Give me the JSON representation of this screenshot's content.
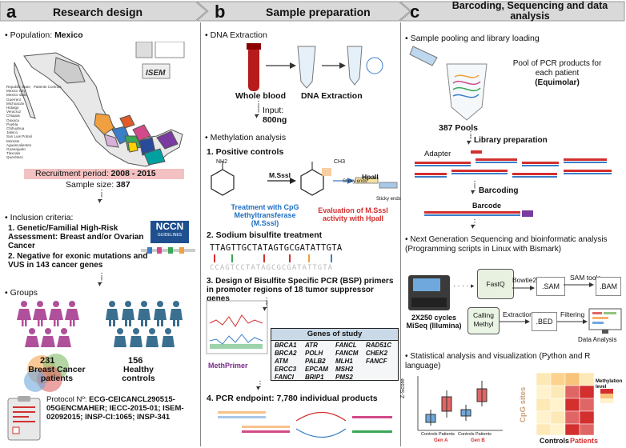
{
  "panel_a": {
    "letter": "a",
    "title": "Research design",
    "population_label": "Population: ",
    "population_value": "Mexico",
    "map_table_header": [
      "Republic State",
      "Patients",
      "Controls"
    ],
    "map_states": [
      "Mexico City",
      "Mexico state",
      "Guerrero",
      "Michoacán",
      "Hidalgo",
      "Veracruz",
      "Chiapas",
      "Oaxaca",
      "Puebla",
      "Chihuahua",
      "Jalisco",
      "San Luis Potosí",
      "Morelos",
      "Aguascalientes",
      "Guanajuato",
      "Tlaxcala",
      "Querétaro"
    ],
    "recruitment_label": "Recruitment period: ",
    "recruitment_value": "2008 - 2015",
    "sample_label": "Sample size: ",
    "sample_value": "387",
    "inclusion_title": "Inclusion criteria:",
    "criteria_1": "1. Genetic/Familial High-Risk Assessment: Breast and/or Ovarian Cancer",
    "criteria_2": "2. Negative for exonic mutations and VUS in 143 cancer genes",
    "nccn_logo": "NCCN",
    "nccn_sub": "GUIDELINES",
    "groups_title": "Groups",
    "patients_count": "231",
    "patients_label": "Breast Cancer patients",
    "controls_count": "156",
    "controls_label": "Healthy controls",
    "protocol_label": "Protocol Nº: ",
    "protocol_value": "ECG-CEICANCL290515-05GENCMAHER; IECC-2015-01; ISEM-02092015; INSP-CI:1065; INSP-341"
  },
  "panel_b": {
    "letter": "b",
    "title": "Sample preparation",
    "dna_extraction": "DNA Extraction",
    "whole_blood": "Whole blood",
    "dna_extraction_label": "DNA Extraction",
    "input_label": "Input:",
    "input_value": "800ng",
    "methylation": "Methylation analysis",
    "positive_controls": "1. Positive controls",
    "nh2": "NH2",
    "ch3": "CH3",
    "msssi": "M.SssI",
    "hpall": "HpaII",
    "sticky_ends_1": "Sticky ends",
    "sticky_ends_2": "Sticky ends",
    "treatment": "Treatment with CpG Methyltransferase (M.SssI)",
    "evaluation": "Evaluation of M.SssI activity with HpaII",
    "bisulfite": "2. Sodium bisulfite treatment",
    "seq_top": "TTAGTTGCTATAGTGCGATATTGTA",
    "seq_bottom": "CCAGTCCTATAGCGCGATATTGTA",
    "bsp_title": "3. Design of Bisulfite Specific PCR (BSP) primers in promoter regions of 18 tumor suppressor genes",
    "genes_title": "Genes of study",
    "genes_col1": [
      "BRCA1",
      "BRCA2",
      "ATM",
      "ERCC3",
      "FANCI"
    ],
    "genes_col2": [
      "ATR",
      "POLH",
      "PALB2",
      "EPCAM",
      "BRIP1"
    ],
    "genes_col3": [
      "FANCL",
      "FANCM",
      "MLH1",
      "MSH2",
      "PMS2"
    ],
    "genes_col4": [
      "RAD51C",
      "CHEK2",
      "FANCF"
    ],
    "methprimer_logo": "MethPrimer",
    "pcr_label": "4. PCR endpoint: ",
    "pcr_value": "7,780 individual products"
  },
  "panel_c": {
    "letter": "c",
    "title": "Barcoding, Sequencing and data analysis",
    "pooling": "Sample pooling and library loading",
    "pool_desc": "Pool of PCR products for each patient",
    "equimolar": "(Equimolar)",
    "pools": "387 Pools",
    "library_prep": "Library preparation",
    "adapter": "Adapter",
    "barcoding": "Barcoding",
    "barcode": "Barcode",
    "ngs": "Next Generation Sequencing and bioinformatic analysis (Programming scripts in Linux with Bismark)",
    "fastq": "FastQ",
    "bowtie": "Bowtie2",
    "sam": ".SAM",
    "samtools": "SAM tools",
    "bam": ".BAM",
    "calling": "Calling Methyl",
    "extraction": "Extraction",
    "bed": ".BED",
    "filtering": "Filtering",
    "data_analysis": "Data Analysis",
    "cycles": "2X250 cycles MiSeq (Illumina)",
    "stats": "Statistical analysis and visualization (Python and R language)",
    "zscore": "Z-Score",
    "box_labels": [
      "Controls",
      "Patients",
      "Controls",
      "Patients"
    ],
    "gene_a": "Gen A",
    "gene_b": "Gen B",
    "cpg_sites": "CpG sites",
    "methylation_level": "Methylation level",
    "heat_controls": "Controls",
    "heat_patients": "Patients"
  },
  "colors": {
    "header_bg": "#d8d8d8",
    "accent_red": "#d32f2f",
    "accent_blue": "#1e6fc2",
    "patients": "#b0509a",
    "controls": "#3a6f8f",
    "recruit_bg": "#f3c1c1"
  }
}
